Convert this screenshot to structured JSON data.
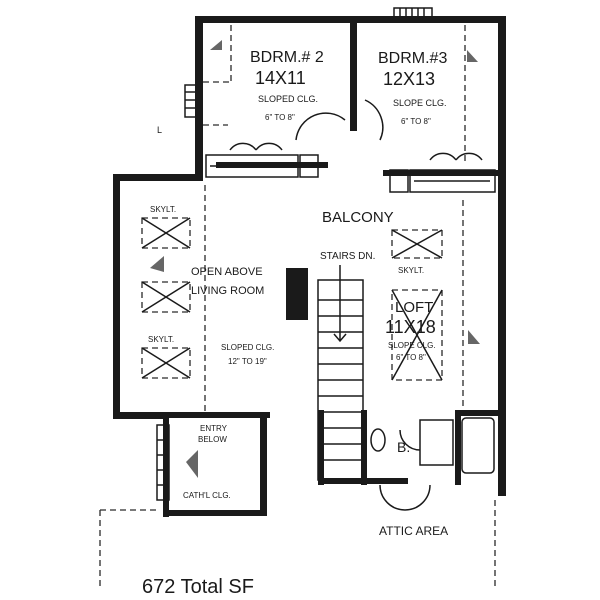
{
  "plan": {
    "total_area": "672 Total SF",
    "rooms": {
      "bedroom2": {
        "name": "BDRM.# 2",
        "size": "14X11",
        "ceiling": "SLOPED CLG.",
        "height": "6\" TO 8\""
      },
      "bedroom3": {
        "name": "BDRM.#3",
        "size": "12X13",
        "ceiling": "SLOPE CLG.",
        "height": "6\" TO 8\""
      },
      "balcony": {
        "name": "BALCONY",
        "stairs": "STAIRS DN."
      },
      "living": {
        "line1": "OPEN ABOVE",
        "line2": "LIVING ROOM",
        "ceiling": "SLOPED CLG.",
        "height": "12\" TO 19\""
      },
      "loft": {
        "name": "LOFT",
        "size": "11X18",
        "ceiling": "SLOPE CLG.",
        "height": "6\" TO 8\""
      },
      "entry": {
        "line1": "ENTRY",
        "line2": "BELOW",
        "ceiling": "CATH'L CLG."
      },
      "bath": {
        "name": "B."
      },
      "attic": {
        "name": "ATTIC AREA"
      }
    },
    "skylight_label": "SKYLT.",
    "linen_label": "L"
  }
}
